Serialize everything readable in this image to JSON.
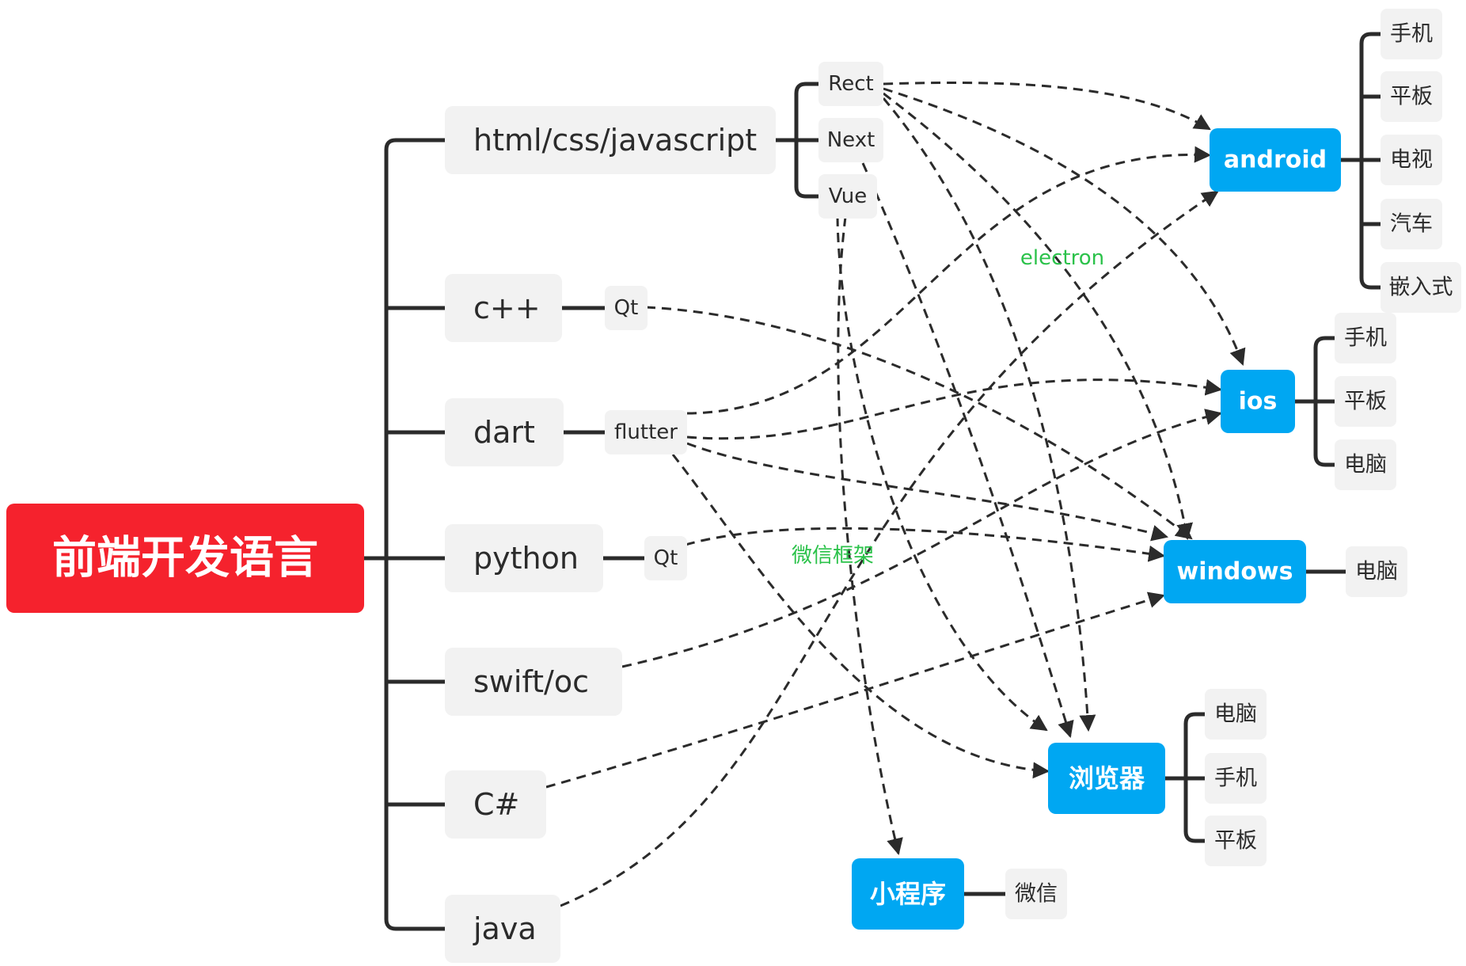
{
  "root": {
    "label": "前端开发语言"
  },
  "languages": [
    {
      "key": "html",
      "label": "html/css/javascript"
    },
    {
      "key": "cpp",
      "label": "c++"
    },
    {
      "key": "dart",
      "label": "dart"
    },
    {
      "key": "python",
      "label": "python"
    },
    {
      "key": "swift",
      "label": "swift/oc"
    },
    {
      "key": "csharp",
      "label": "C#"
    },
    {
      "key": "java",
      "label": "java"
    }
  ],
  "frameworks": [
    {
      "key": "rect",
      "label": "Rect",
      "parent": "html"
    },
    {
      "key": "next",
      "label": "Next",
      "parent": "html"
    },
    {
      "key": "vue",
      "label": "Vue",
      "parent": "html"
    },
    {
      "key": "qt_cpp",
      "label": "Qt",
      "parent": "cpp"
    },
    {
      "key": "flutter",
      "label": "flutter",
      "parent": "dart"
    },
    {
      "key": "qt_py",
      "label": "Qt",
      "parent": "python"
    }
  ],
  "platforms": [
    {
      "key": "android",
      "label": "android",
      "devices": [
        "手机",
        "平板",
        "电视",
        "汽车",
        "嵌入式"
      ]
    },
    {
      "key": "ios",
      "label": "ios",
      "devices": [
        "手机",
        "平板",
        "电脑"
      ]
    },
    {
      "key": "windows",
      "label": "windows",
      "devices": [
        "电脑"
      ]
    },
    {
      "key": "browser",
      "label": "浏览器",
      "devices": [
        "电脑",
        "手机",
        "平板"
      ]
    },
    {
      "key": "miniprogram",
      "label": "小程序",
      "devices": [
        "微信"
      ]
    }
  ],
  "edges": [
    {
      "from": "rect",
      "to": "android"
    },
    {
      "from": "rect",
      "to": "ios"
    },
    {
      "from": "rect",
      "to": "windows"
    },
    {
      "from": "rect",
      "to": "browser"
    },
    {
      "from": "next",
      "to": "browser"
    },
    {
      "from": "vue",
      "to": "browser"
    },
    {
      "from": "vue",
      "to": "miniprogram"
    },
    {
      "from": "qt_cpp",
      "to": "windows"
    },
    {
      "from": "flutter",
      "to": "android"
    },
    {
      "from": "flutter",
      "to": "ios"
    },
    {
      "from": "flutter",
      "to": "windows"
    },
    {
      "from": "flutter",
      "to": "browser"
    },
    {
      "from": "qt_py",
      "to": "windows"
    },
    {
      "from": "swift",
      "to": "ios"
    },
    {
      "from": "csharp",
      "to": "windows"
    },
    {
      "from": "java",
      "to": "android"
    }
  ],
  "edge_labels": [
    {
      "text": "electron"
    },
    {
      "text": "微信框架"
    }
  ],
  "colors": {
    "root": "#f5222d",
    "platform": "#00a7f2",
    "node_bg": "#f2f2f2",
    "line": "#2b2b2b",
    "edge_label": "#2bc24a"
  }
}
